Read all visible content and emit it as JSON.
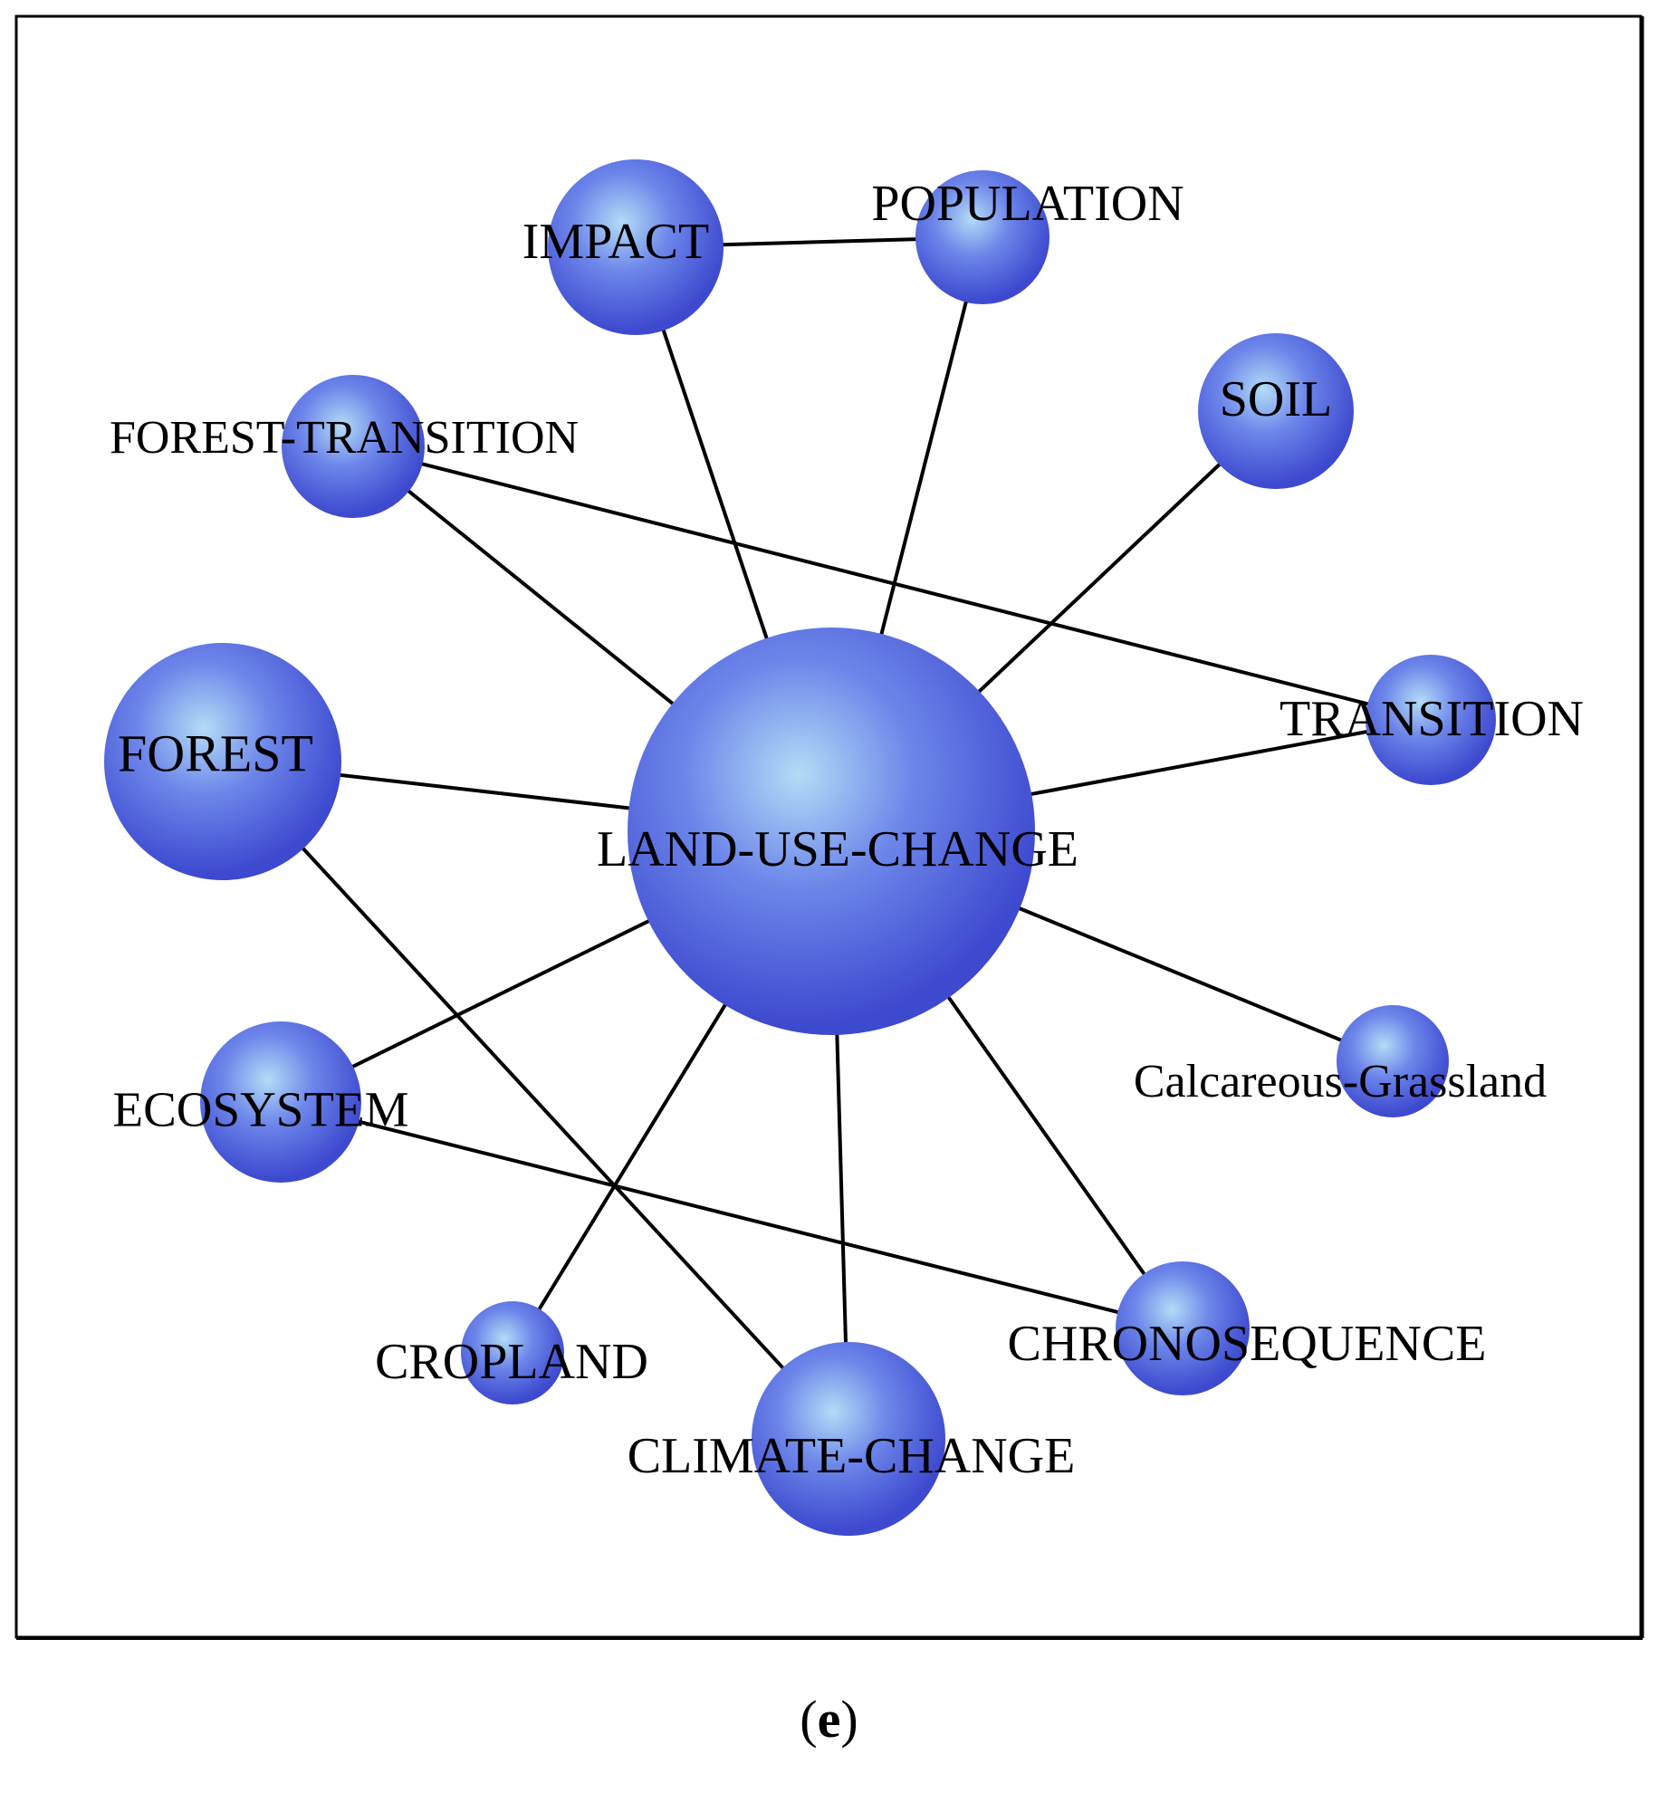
{
  "figure": {
    "caption_letter": "e",
    "caption_open": "(",
    "caption_close": ")"
  },
  "colors": {
    "node_fill_light": "#b3dcf6",
    "node_fill_mid": "#6d86ea",
    "node_fill_dark": "#3d49cf",
    "edge": "#000000",
    "frame": "#000000"
  },
  "nodes": [
    {
      "id": "land-use-change",
      "label": "LAND-USE-CHANGE"
    },
    {
      "id": "impact",
      "label": "IMPACT"
    },
    {
      "id": "population",
      "label": "POPULATION"
    },
    {
      "id": "soil",
      "label": "SOIL"
    },
    {
      "id": "forest-transition",
      "label": "FOREST-TRANSITION"
    },
    {
      "id": "transition",
      "label": "TRANSITION"
    },
    {
      "id": "forest",
      "label": "FOREST"
    },
    {
      "id": "calcareous-grassland",
      "label": "Calcareous-Grassland"
    },
    {
      "id": "ecosystem",
      "label": "ECOSYSTEM"
    },
    {
      "id": "chronosequence",
      "label": "CHRONOSEQUENCE"
    },
    {
      "id": "cropland",
      "label": "CROPLAND"
    },
    {
      "id": "climate-change",
      "label": "CLIMATE-CHANGE"
    }
  ],
  "edges": [
    [
      "impact",
      "population"
    ],
    [
      "impact",
      "land-use-change"
    ],
    [
      "population",
      "land-use-change"
    ],
    [
      "soil",
      "land-use-change"
    ],
    [
      "forest-transition",
      "land-use-change"
    ],
    [
      "forest-transition",
      "transition"
    ],
    [
      "transition",
      "land-use-change"
    ],
    [
      "forest",
      "land-use-change"
    ],
    [
      "forest",
      "climate-change"
    ],
    [
      "calcareous-grassland",
      "land-use-change"
    ],
    [
      "ecosystem",
      "land-use-change"
    ],
    [
      "ecosystem",
      "chronosequence"
    ],
    [
      "chronosequence",
      "land-use-change"
    ],
    [
      "cropland",
      "land-use-change"
    ],
    [
      "climate-change",
      "land-use-change"
    ]
  ]
}
